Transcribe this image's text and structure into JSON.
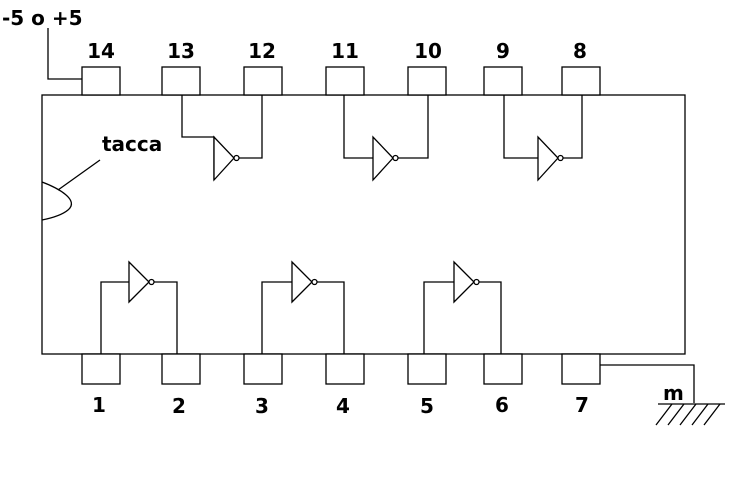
{
  "supply_label": "-5 o +5",
  "notch_label": "tacca",
  "ground_label": "m",
  "top_pins": [
    "14",
    "13",
    "12",
    "11",
    "10",
    "9",
    "8"
  ],
  "bottom_pins": [
    "1",
    "2",
    "3",
    "4",
    "5",
    "6",
    "7"
  ]
}
